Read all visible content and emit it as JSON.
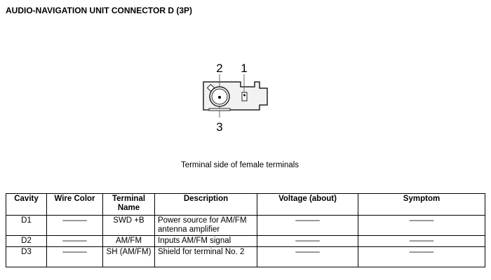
{
  "title": "AUDIO-NAVIGATION UNIT CONNECTOR D (3P)",
  "diagram": {
    "labels": [
      "2",
      "1",
      "3"
    ]
  },
  "caption": "Terminal side of female terminals",
  "table": {
    "headers": [
      "Cavity",
      "Wire Color",
      "Terminal Name",
      "Description",
      "Voltage (about)",
      "Symptom"
    ],
    "rows": [
      {
        "cavity": "D1",
        "wire": "———",
        "terminal": "SWD +B",
        "description": "Power source for AM/FM antenna amplifier",
        "voltage": "———",
        "symptom": "———"
      },
      {
        "cavity": "D2",
        "wire": "———",
        "terminal": "AM/FM",
        "description": "Inputs AM/FM signal",
        "voltage": "———",
        "symptom": "———"
      },
      {
        "cavity": "D3",
        "wire": "———",
        "terminal": "SH (AM/FM)",
        "description": "Shield for terminal No. 2",
        "voltage": "———",
        "symptom": "———"
      }
    ]
  }
}
